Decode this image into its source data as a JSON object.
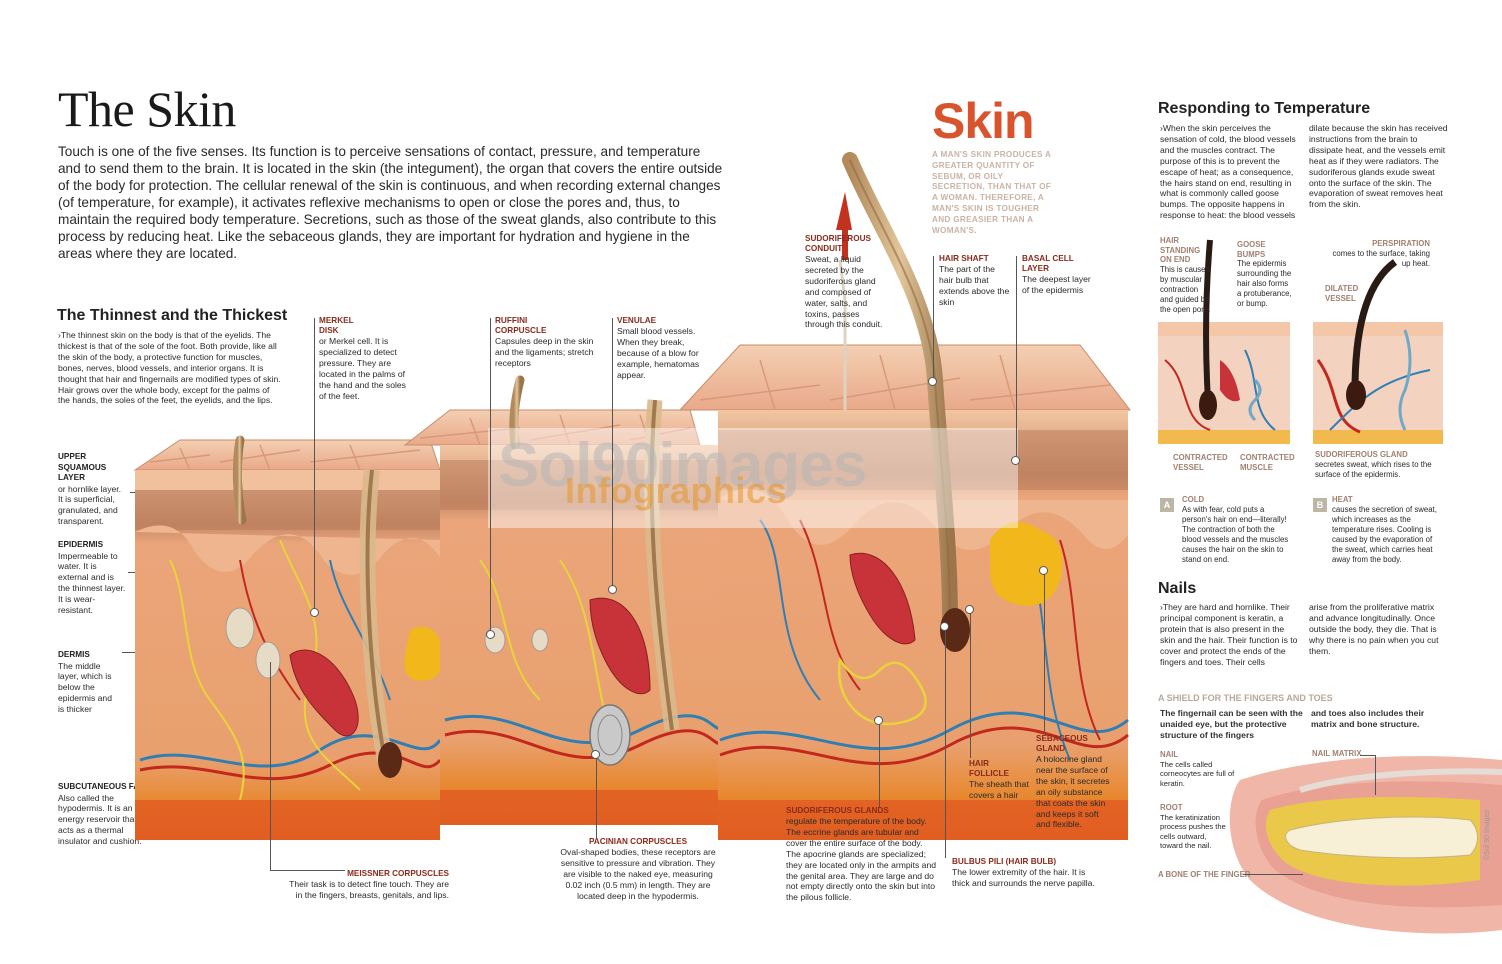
{
  "title": "The Skin",
  "intro": "Touch is one of the five senses. Its function is to perceive sensations of contact, pressure, and temperature and to send them to the brain. It is located in the skin (the integument), the organ that covers the entire outside of the body for protection. The cellular renewal of the skin is continuous, and when recording external changes (of temperature, for example), it activates reflexive mechanisms to open or close the pores and, thus, to maintain the required body temperature. Secretions, such as those of the sweat glands, also contribute to this process by reducing heat. Like the sebaceous glands, they are important for hydration and hygiene in the areas where they are located.",
  "thin_thick": {
    "heading": "The Thinnest and the Thickest",
    "text": "›The thinnest skin on the body is that of the eyelids. The thickest is that of the sole of the foot. Both provide, like all the skin of the body, a protective function for muscles, bones, nerves, blood vessels, and interior organs. It is thought that hair and fingernails are modified types of skin. Hair grows over the whole body, except for the palms of the hands, the soles of the feet, the eyelids, and the lips."
  },
  "layers": [
    {
      "label": "UPPER SQUAMOUS LAYER",
      "desc": "or hornlike layer. It is superficial, granulated, and transparent."
    },
    {
      "label": "EPIDERMIS",
      "desc": "Impermeable to water. It is external and is the thinnest layer. It is wear-resistant."
    },
    {
      "label": "DERMIS",
      "desc": "The middle layer, which is below the epidermis and is thicker"
    },
    {
      "label": "SUBCUTANEOUS FAT",
      "desc": "Also called the hypodermis. It is an energy reservoir that acts as a thermal insulator and cushion."
    }
  ],
  "callouts": {
    "merkel": {
      "label": "MERKEL DISK",
      "desc": "or Merkel cell. It is specialized to detect pressure. They are located in the palms of the hand and the soles of the feet."
    },
    "ruffini": {
      "label": "RUFFINI CORPUSCLE",
      "desc": "Capsules deep in the skin and the ligaments; stretch receptors"
    },
    "venulae": {
      "label": "VENULAE",
      "desc": "Small blood vessels. When they break, because of a blow for example, hematomas appear."
    },
    "suder_conduit": {
      "label": "SUDORIFEROUS CONDUIT",
      "desc": "Sweat, a liquid secreted by the sudoriferous gland and composed of water, salts, and toxins, passes through this conduit."
    },
    "hair_shaft": {
      "label": "HAIR SHAFT",
      "desc": "The part of the hair bulb that extends above the skin"
    },
    "basal": {
      "label": "BASAL CELL LAYER",
      "desc": "The deepest layer of the epidermis"
    },
    "meissner": {
      "label": "MEISSNER CORPUSCLES",
      "desc": "Their task is to detect fine touch. They are in the fingers, breasts, genitals, and lips."
    },
    "pacinian": {
      "label": "PACINIAN CORPUSCLES",
      "desc": "Oval-shaped bodies, these receptors are sensitive to pressure and vibration. They are visible to the naked eye, measuring 0.02 inch (0.5 mm) in length. They are located deep in the hypodermis."
    },
    "sud_glands": {
      "label": "SUDORIFEROUS GLANDS",
      "desc": "regulate the temperature of the body. The eccrine glands are tubular and cover the entire surface of the body. The apocrine glands are specialized; they are located only in the armpits and the genital area. They are large and do not empty directly onto the skin but into the pilous follicle."
    },
    "follicle": {
      "label": "HAIR FOLLICLE",
      "desc": "The sheath that covers a hair"
    },
    "sebaceous": {
      "label": "SEBACEOUS GLAND",
      "desc": "A holocrine gland near the surface of the skin, it secretes an oily substance that coats the skin and keeps it soft and flexible."
    },
    "bulbus": {
      "label": "BULBUS PILI (HAIR BULB)",
      "desc": "The lower extremity of the hair. It is thick and surrounds the nerve papilla."
    }
  },
  "skin_feature": {
    "word": "Skin",
    "note": "A MAN'S SKIN PRODUCES A GREATER QUANTITY OF SEBUM, OR OILY SECRETION, THAN THAT OF A WOMAN. THEREFORE, A MAN'S SKIN IS TOUGHER AND GREASIER THAN A WOMAN'S."
  },
  "temperature": {
    "heading": "Responding to Temperature",
    "col1": "›When the skin perceives the sensation of cold, the blood vessels and the muscles contract. The purpose of this is to prevent the escape of heat; as a consequence, the hairs stand on end, resulting in what is commonly called goose bumps. The opposite happens in response to heat: the blood vessels",
    "col2": "dilate because the skin has received instructions from the brain to dissipate heat, and the vessels emit heat as if they were radiators. The sudoriferous glands exude sweat onto the surface of the skin. The evaporation of sweat removes heat from the skin.",
    "hair_standing": {
      "label": "HAIR STANDING ON END",
      "desc": "This is caused by muscular contraction and guided by the open pore."
    },
    "goose": {
      "label": "GOOSE BUMPS",
      "desc": "The epidermis surrounding the hair also forms a protuberance, or bump."
    },
    "perspiration": {
      "label": "PERSPIRATION",
      "desc": "comes to the surface, taking up heat."
    },
    "dilated": {
      "label": "DILATED VESSEL"
    },
    "contracted_vessel": {
      "label": "CONTRACTED VESSEL"
    },
    "contracted_muscle": {
      "label": "CONTRACTED MUSCLE"
    },
    "sud_gland": {
      "label": "SUDORIFEROUS GLAND",
      "desc": "secretes sweat, which rises to the surface of the epidermis."
    },
    "cold": {
      "badge": "A",
      "label": "COLD",
      "desc": "As with fear, cold puts a person's hair on end—literally! The contraction of both the blood vessels and the muscles causes the hair on the skin to stand on end."
    },
    "heat": {
      "badge": "B",
      "label": "HEAT",
      "desc": "causes the secretion of sweat, which increases as the temperature rises. Cooling is caused by the evaporation of the sweat, which carries heat away from the body."
    }
  },
  "nails": {
    "heading": "Nails",
    "col1": "›They are hard and hornlike. Their principal component is keratin, a protein that is also present in the skin and the hair. Their function is to cover and protect the ends of the fingers and toes. Their cells",
    "col2": "arise from the proliferative matrix and advance longitudinally. Once outside the body, they die. That is why there is no pain when you cut them.",
    "shield_heading": "A SHIELD FOR THE FINGERS AND TOES",
    "shield_col1": "The fingernail can be seen with the unaided eye, but the protective structure of the fingers",
    "shield_col2": "and toes also includes their matrix and bone structure.",
    "nail": {
      "label": "NAIL",
      "desc": "The cells called corneocytes are full of keratin."
    },
    "root": {
      "label": "ROOT",
      "desc": "The keratinization process pushes the cells outward, toward the nail."
    },
    "bone": {
      "label": "A BONE OF THE FINGER"
    },
    "matrix": {
      "label": "NAIL MATRIX"
    }
  },
  "watermark": {
    "line1": "Sol90images",
    "line2": "Infographics"
  },
  "credit": "©Sol 90 Images"
}
